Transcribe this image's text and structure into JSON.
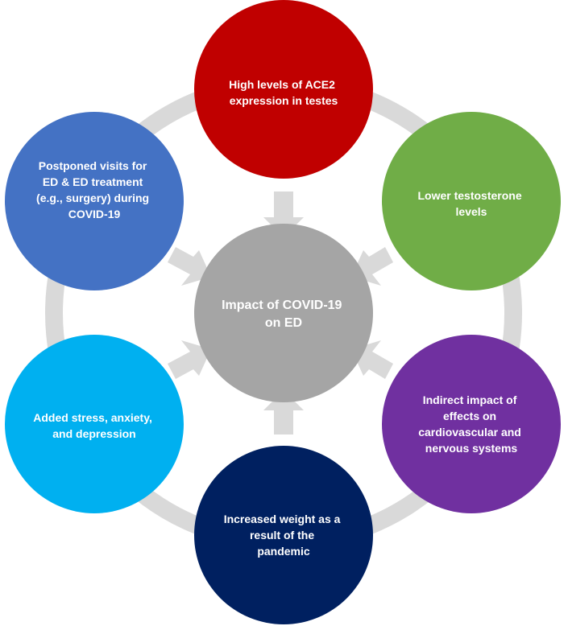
{
  "diagram": {
    "center": {
      "lines": [
        "Impact of COVID-19",
        "on ED"
      ],
      "color": "#a5a5a5"
    },
    "nodes": [
      {
        "id": "ace2",
        "lines": [
          "High levels of ACE2",
          "expression in testes"
        ],
        "color": "#c00000"
      },
      {
        "id": "testosterone",
        "lines": [
          "Lower testosterone",
          "levels"
        ],
        "color": "#70ad47"
      },
      {
        "id": "indirect",
        "lines": [
          "Indirect impact of",
          "effects on",
          "cardiovascular and",
          "nervous systems"
        ],
        "color": "#7030a0"
      },
      {
        "id": "weight",
        "lines": [
          "Increased weight as a",
          "result of the",
          "pandemic"
        ],
        "color": "#002060"
      },
      {
        "id": "stress",
        "lines": [
          "Added stress, anxiety,",
          "and depression"
        ],
        "color": "#00b0f0"
      },
      {
        "id": "postponed",
        "lines": [
          "Postponed visits for",
          "ED & ED treatment",
          "(e.g., surgery) during",
          "COVID-19"
        ],
        "color": "#4472c4"
      }
    ],
    "connector_color": "#d9d9d9"
  }
}
